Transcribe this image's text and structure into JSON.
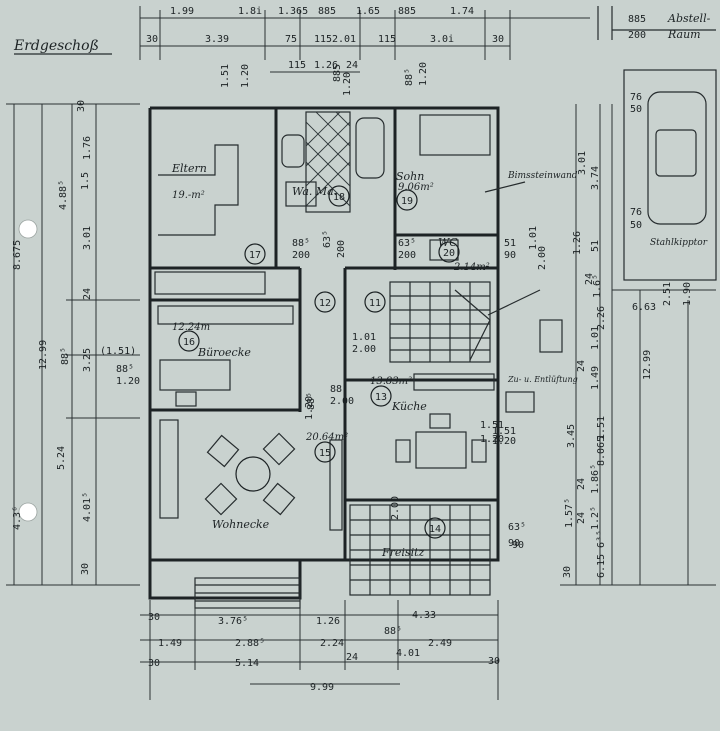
{
  "title": "Erdgeschoß",
  "top_right": {
    "label1": "Abstell-",
    "label2": "Raum",
    "dim1": "885",
    "dim2": "200"
  },
  "carport": "Stahlkipptor",
  "wall_note": {
    "line1": "Bimssteinwand",
    "line2": "wand"
  },
  "rooms": [
    {
      "id": "eltern",
      "name": "Eltern",
      "area": "19.-m²",
      "number": "17"
    },
    {
      "id": "sohn",
      "name": "Sohn",
      "area": "9.06m²",
      "number": "19"
    },
    {
      "id": "bad",
      "name": "Wa. Ma.",
      "number": "18"
    },
    {
      "id": "wc",
      "name": "WC",
      "area": "2.14m²",
      "number": "20"
    },
    {
      "id": "flur",
      "number": "12"
    },
    {
      "id": "treppe",
      "number": "11"
    },
    {
      "id": "buero",
      "name": "Büroecke",
      "area": "12.24m",
      "number": "16"
    },
    {
      "id": "kueche",
      "name": "Küche",
      "area": "13.83m²",
      "number": "13"
    },
    {
      "id": "diele",
      "area": "20.64m²",
      "number": "15"
    },
    {
      "id": "wohn",
      "name": "Wohnecke"
    },
    {
      "id": "freisitz",
      "name": "Freisitz",
      "number": "14"
    }
  ],
  "vent_note": "Zu- u. Entlüftung",
  "dims_top": [
    "1.99",
    "1.8i",
    "1.365",
    "885",
    "1.65",
    "885",
    "1.74",
    "30",
    "3.39",
    "75",
    "115",
    "2.01",
    "115",
    "3.0i",
    "30",
    "115",
    "1.26",
    "24",
    "1.51",
    "1.20",
    "885",
    "1.20",
    "88⁵",
    "1.20"
  ],
  "dims_left": [
    "30",
    "1.76",
    "4.88⁵",
    "1.5",
    "3.01",
    "8.675",
    "24",
    "12.99",
    "88⁵",
    "3.25",
    "(1.51)",
    "88⁵",
    "1.20",
    "4.3⁶",
    "5.24",
    "4.01⁵",
    "30"
  ],
  "dims_right": [
    "76",
    "50",
    "3.01",
    "3.74",
    "76",
    "50",
    "1.26",
    "51",
    "1.01",
    "2.00",
    "24",
    "1.6⁵",
    "2.26",
    "6.63",
    "2.51",
    "1.90",
    "1.01",
    "12.99",
    "24",
    "1.49",
    "1.51",
    "3.45",
    "8.065",
    "1.51",
    "1.20",
    "24",
    "1.86⁵",
    "1.57⁵",
    "24",
    "1.2⁵",
    "6³⁵",
    "90",
    "30",
    "6.15"
  ],
  "dims_inner": [
    "88⁵",
    "200",
    "63⁵",
    "200",
    "63⁵",
    "200",
    "51",
    "90",
    "1.01",
    "2.00",
    "88⁵",
    "2.00",
    "88⁵",
    "1.20",
    "1.51",
    "1.20",
    "63⁵",
    "90",
    "2.00"
  ],
  "dims_bottom": [
    "30",
    "3.76⁵",
    "1.26",
    "4.33",
    "1.49",
    "2.88⁵",
    "2.24",
    "88⁵",
    "2.49",
    "30",
    "5.14",
    "24",
    "4.01",
    "30",
    "9.99"
  ]
}
